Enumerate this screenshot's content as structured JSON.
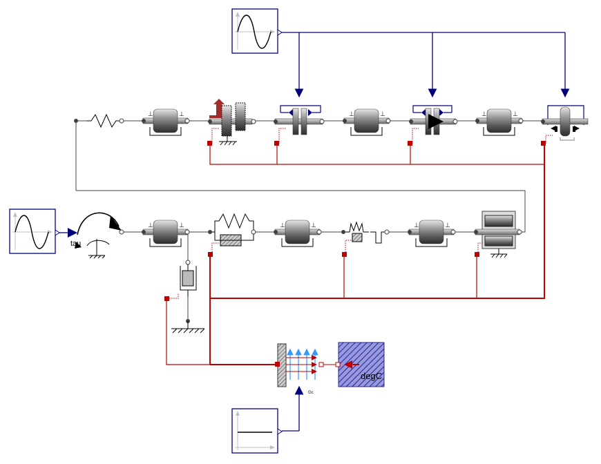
{
  "labels": {
    "torque_input": "tau",
    "convection_input": "Gc",
    "temperature_unit": "degC"
  },
  "colors": {
    "signal": "#00007f",
    "heat": "#bf0000",
    "mechanical": "#404040",
    "convection": "#3399ff",
    "ambient_fill": "#9999dd"
  },
  "icons": {
    "sine_source_top": "sine-wave-icon",
    "sine_source_left": "sine-wave-icon",
    "constant_source": "constant-line-icon"
  }
}
